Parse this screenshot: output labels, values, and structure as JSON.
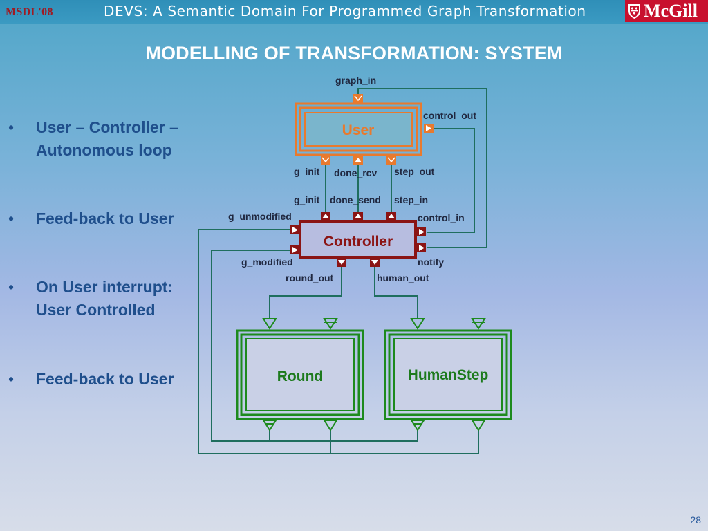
{
  "header": {
    "badge": "MSDL'08",
    "subtitle": "DEVS: A Semantic Domain For Programmed Graph Transformation",
    "logo_text": "McGill"
  },
  "slide": {
    "title": "MODELLING OF TRANSFORMATION: SYSTEM",
    "page_number": "28"
  },
  "bullets": [
    {
      "symbol": "•",
      "text": "User – Controller – Autonomous loop"
    },
    {
      "symbol": "•",
      "text": "Feed-back to User"
    },
    {
      "symbol": "•",
      "text": "On User interrupt: User Controlled"
    },
    {
      "symbol": "•",
      "text": "Feed-back to User"
    }
  ],
  "diagram": {
    "blocks": {
      "user": "User",
      "controller": "Controller",
      "round": "Round",
      "humanstep": "HumanStep"
    },
    "ports": {
      "graph_in": "graph_in",
      "control_out": "control_out",
      "g_init_out": "g_init",
      "done_rcv": "done_rcv",
      "step_out": "step_out",
      "g_init_in": "g_init",
      "done_send": "done_send",
      "step_in": "step_in",
      "g_unmodified": "g_unmodified",
      "control_in": "control_in",
      "g_modified": "g_modified",
      "notify": "notify",
      "round_out": "round_out",
      "human_out": "human_out"
    },
    "colors": {
      "user": "#e87a2e",
      "controller": "#8b1414",
      "atomic": "#1d8a1d",
      "wire": "#1f6e5e"
    }
  }
}
